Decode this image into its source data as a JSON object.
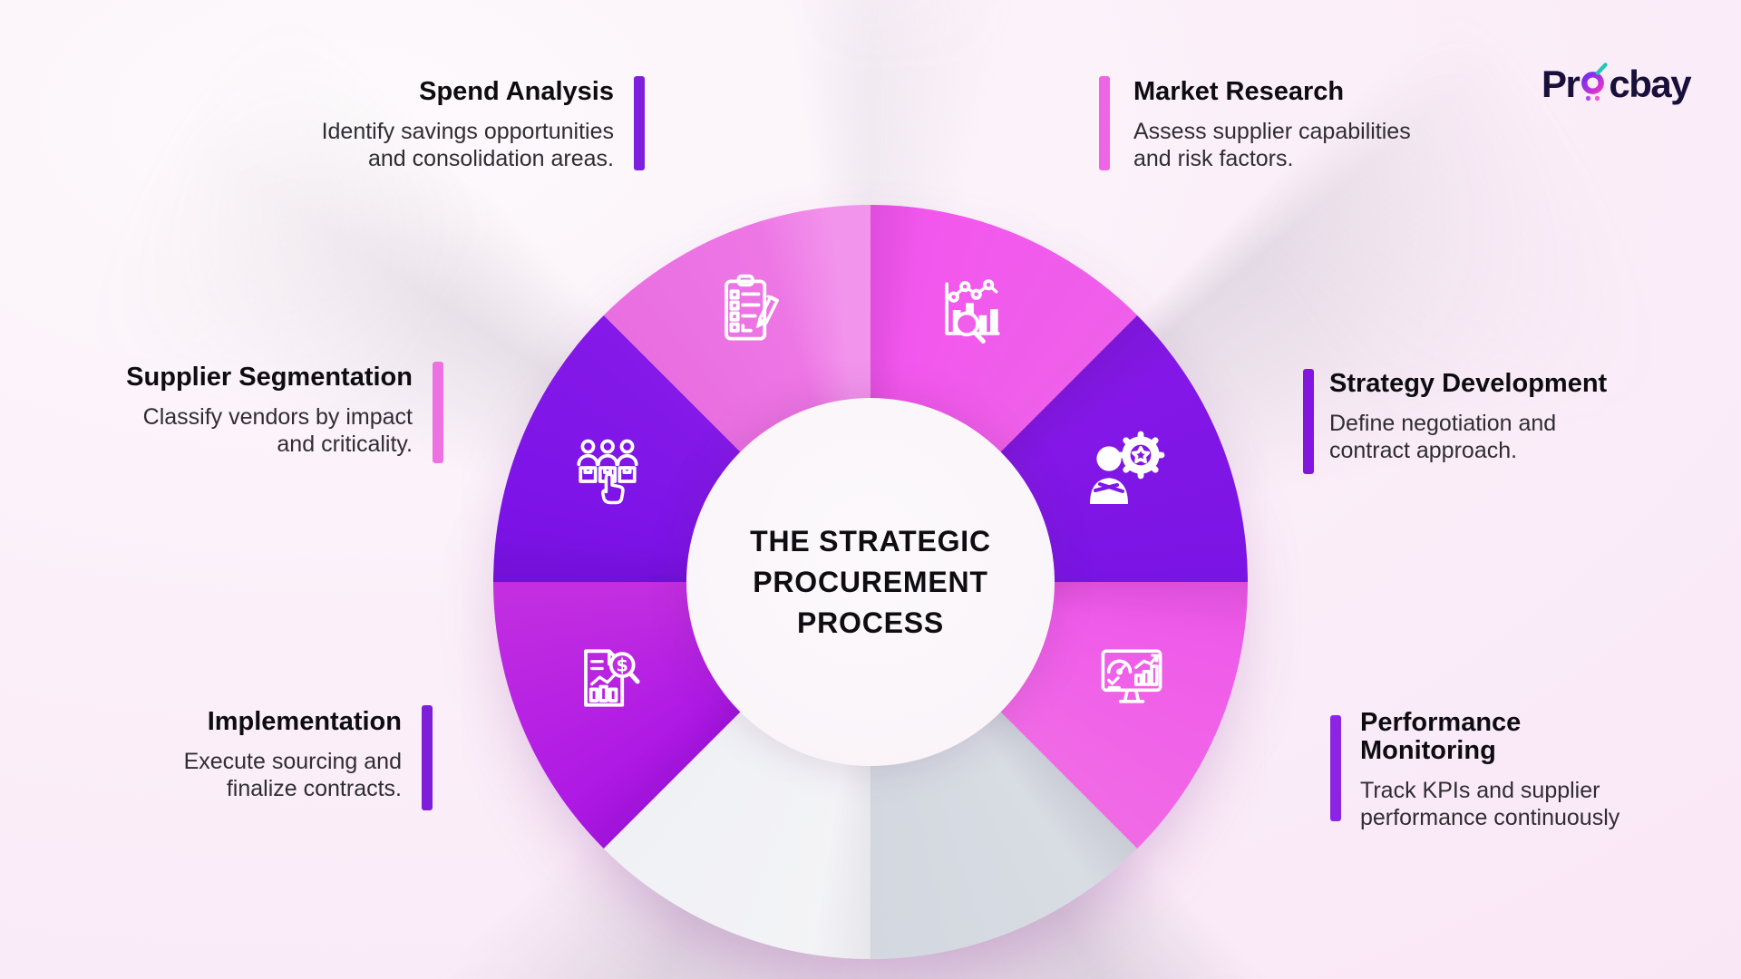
{
  "logo": {
    "text_pre": "Pr",
    "text_post": "cbay",
    "full_name": "Procbay",
    "colors": {
      "text": "#18103a",
      "cart_start": "#6d2bf0",
      "cart_end": "#e935c9",
      "handle_teal": "#1fc7b6",
      "dot_left": "#b44df0",
      "dot_right": "#ef5ad8"
    }
  },
  "center": {
    "title": "THE STRATEGIC\nPROCUREMENT\nPROCESS"
  },
  "segments": [
    {
      "id": "spend-analysis",
      "label": "Spend Analysis",
      "description": "Identify savings opportunities\nand consolidation areas.",
      "bar_color": "#7d1fdd",
      "icon": "clipboard-checklist-icon"
    },
    {
      "id": "market-research",
      "label": "Market Research",
      "description": "Assess supplier capabilities\nand risk factors.",
      "bar_color": "#ee66e6",
      "icon": "chart-magnifier-icon"
    },
    {
      "id": "strategy-development",
      "label": "Strategy Development",
      "description": "Define negotiation and\ncontract approach.",
      "bar_color": "#8216df",
      "icon": "person-gear-icon"
    },
    {
      "id": "performance-monitoring",
      "label": "Performance\nMonitoring",
      "description": "Track KPIs and supplier\nperformance continuously",
      "bar_color": "#8b24e4",
      "icon": "dashboard-monitor-icon"
    },
    {
      "id": "implementation",
      "label": "Implementation",
      "description": "Execute sourcing and\nfinalize contracts.",
      "bar_color": "#7e1ed8",
      "icon": "document-dollar-magnifier-icon"
    },
    {
      "id": "supplier-segmentation",
      "label": "Supplier Segmentation",
      "description": "Classify vendors by impact\nand criticality.",
      "bar_color": "#ee71e3",
      "icon": "supplier-select-icon"
    }
  ],
  "wheel": {
    "sectors": [
      {
        "name": "market-research",
        "from": 0,
        "to": 45,
        "color_from": "#f355ee",
        "color_to": "#ef5fe9"
      },
      {
        "name": "strategy-development",
        "from": 45,
        "to": 90,
        "color_from": "#8618e8",
        "color_to": "#7a14e4"
      },
      {
        "name": "performance-monitoring",
        "from": 90,
        "to": 135,
        "color_from": "#ef57ea",
        "color_to": "#f06ae6"
      },
      {
        "name": "inactive-gray",
        "from": 135,
        "to": 180,
        "color_from": "#d9dde4",
        "color_to": "#d3d8e0"
      },
      {
        "name": "inactive-light",
        "from": 180,
        "to": 225,
        "color_from": "#f4f4f7",
        "color_to": "#f0f1f5"
      },
      {
        "name": "implementation",
        "from": 225,
        "to": 270,
        "color_from": "#aa14e6",
        "color_to": "#c32fe0"
      },
      {
        "name": "supplier-segmentation",
        "from": 270,
        "to": 315,
        "color_from": "#7a11e6",
        "color_to": "#8419e8"
      },
      {
        "name": "spend-analysis",
        "from": 315,
        "to": 360,
        "color_from": "#e96fe0",
        "color_to": "#f07ae8"
      }
    ]
  }
}
